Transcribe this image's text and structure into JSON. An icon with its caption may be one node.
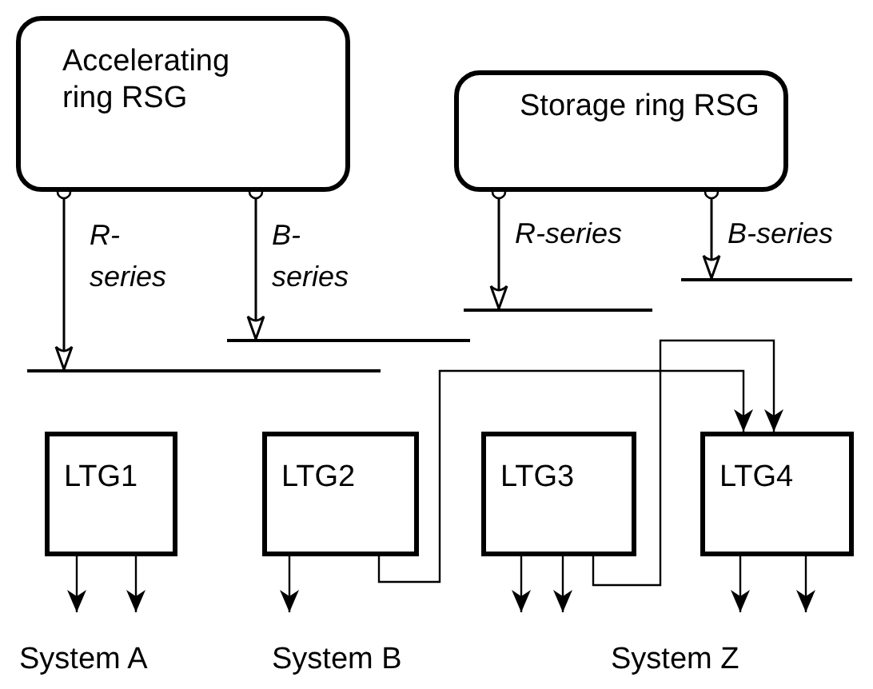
{
  "diagram": {
    "nodes": [
      {
        "text": [
          "Accelerating ring RSG"
        ]
      },
      {
        "text": [
          "Storage ring RSG"
        ]
      },
      {
        "text": [],
        "shape": "bar"
      },
      {
        "text": [],
        "shape": "bar"
      },
      {
        "text": [],
        "shape": "bar"
      },
      {
        "text": [],
        "shape": "bar"
      },
      {
        "text": [
          "LTG1"
        ]
      },
      {
        "text": [
          "LTG2"
        ]
      },
      {
        "text": [
          "LTG3"
        ]
      },
      {
        "text": [
          "LTG4"
        ]
      }
    ],
    "edges": [
      {
        "from": 0,
        "to": 2,
        "arrow": "to",
        "label": "R-series"
      },
      {
        "from": 0,
        "to": 3,
        "arrow": "to",
        "label": "B-series"
      },
      {
        "from": 1,
        "to": 4,
        "arrow": "to",
        "label": "R-series"
      },
      {
        "from": 1,
        "to": 5,
        "arrow": "to",
        "label": "B-series"
      },
      {
        "from": 7,
        "to": 9,
        "arrow": "to"
      },
      {
        "from": 8,
        "to": 9,
        "arrow": "to"
      },
      {
        "from": 6,
        "to": null,
        "arrow": "to"
      },
      {
        "from": 6,
        "to": null,
        "arrow": "to"
      },
      {
        "from": 7,
        "to": null,
        "arrow": "to"
      },
      {
        "from": 8,
        "to": null,
        "arrow": "to"
      },
      {
        "from": 8,
        "to": null,
        "arrow": "to"
      },
      {
        "from": 9,
        "to": null,
        "arrow": "to"
      },
      {
        "from": 9,
        "to": null,
        "arrow": "to"
      }
    ],
    "labels": [
      "System A",
      "System B",
      "System Z"
    ]
  }
}
